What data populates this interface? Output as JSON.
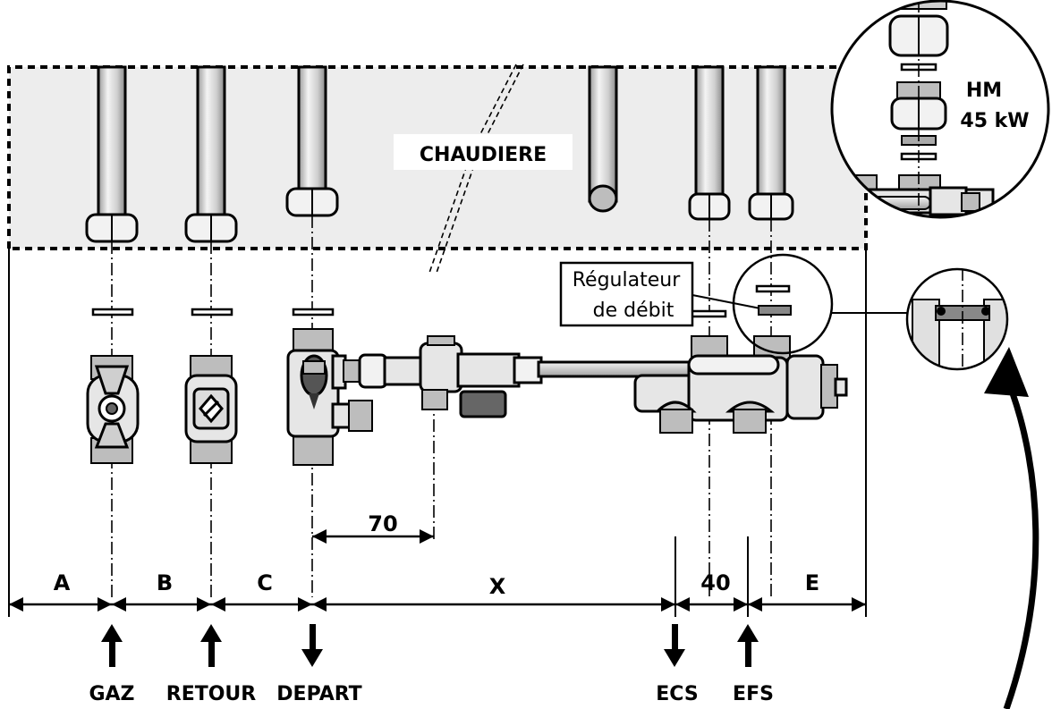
{
  "diagram": {
    "boiler_label": "CHAUDIERE",
    "regulator_label_line1": "Régulateur",
    "regulator_label_line2": "de débit",
    "inset_label_line1": "HM",
    "inset_label_line2": "45 kW",
    "dim_70": "70",
    "dim_a": "A",
    "dim_b": "B",
    "dim_c": "C",
    "dim_x": "X",
    "dim_40": "40",
    "dim_e": "E",
    "connections": {
      "gaz": "GAZ",
      "retour": "RETOUR",
      "depart": "DEPART",
      "ecs": "ECS",
      "efs": "EFS"
    }
  }
}
